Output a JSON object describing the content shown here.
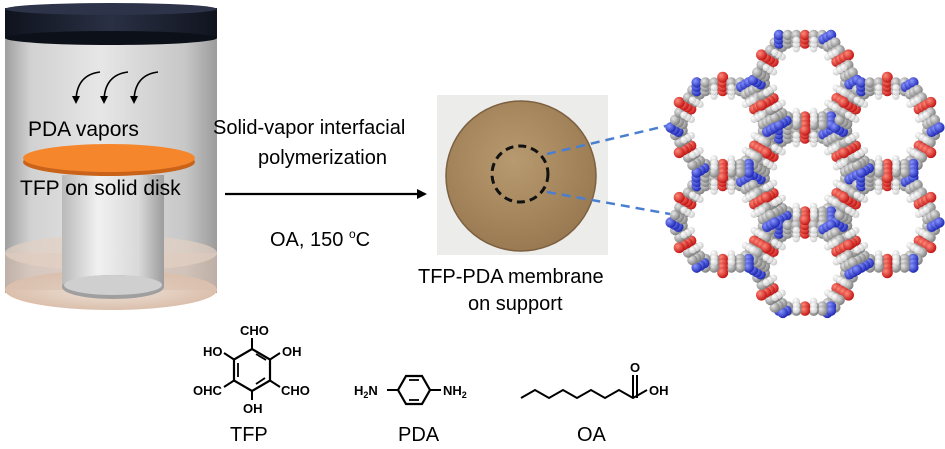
{
  "reactor": {
    "vapor_label": "PDA vapors",
    "substrate_label": "TFP on solid disk",
    "colors": {
      "cap": "#1b2030",
      "disk": "#f5862c",
      "glass": "#a8a8a8"
    }
  },
  "process": {
    "line1": "Solid-vapor interfacial",
    "line2": "polymerization",
    "condition_prefix": "OA, 150 ",
    "condition_sup": "o",
    "condition_unit": "C"
  },
  "membrane": {
    "caption_line1": "TFP-PDA membrane",
    "caption_line2": "on support",
    "colors": {
      "membrane": "#a98a62",
      "zoom_line": "#4a7fd0"
    }
  },
  "framework": {
    "atom_colors": {
      "carbon": "#9a9a9a",
      "oxygen": "#e0201e",
      "nitrogen": "#2b3bd6",
      "hydrogen": "#f2f2f2"
    }
  },
  "molecules": {
    "tfp": {
      "name": "TFP",
      "groups": {
        "cho_top": "CHO",
        "ho_left": "HO",
        "oh_right": "OH",
        "ohc_left": "OHC",
        "cho_right": "CHO",
        "oh_bottom": "OH"
      }
    },
    "pda": {
      "name": "PDA",
      "groups": {
        "h2n": "H",
        "h2n_sub": "2",
        "h2n_n": "N",
        "nh2_n": "NH",
        "nh2_sub": "2"
      }
    },
    "oa": {
      "name": "OA",
      "groups": {
        "o": "O",
        "oh": "OH"
      }
    }
  }
}
